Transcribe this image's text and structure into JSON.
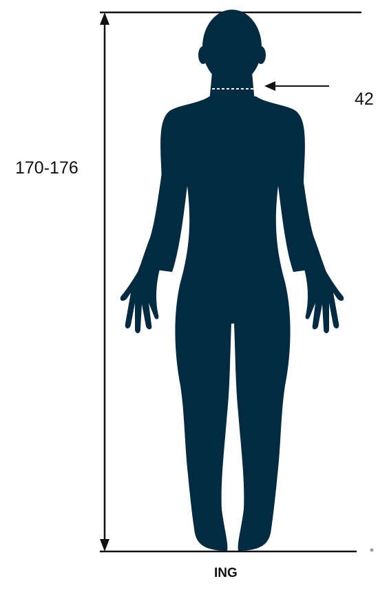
{
  "measurements": {
    "height": "170-176",
    "neck": "42"
  },
  "size_label": "ING",
  "colors": {
    "silhouette": "#022b42",
    "lines": "#111111",
    "background": "#ffffff"
  },
  "icons": {
    "figure": "human-body-silhouette-icon",
    "height_arrow": "double-headed-vertical-arrow-icon",
    "neck_arrow": "left-arrow-icon"
  }
}
